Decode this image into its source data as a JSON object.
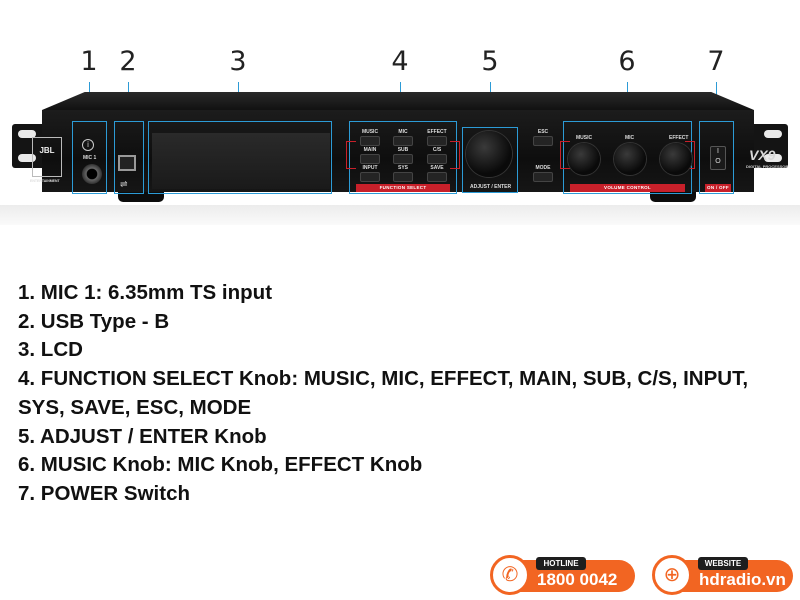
{
  "callouts": [
    "1",
    "2",
    "3",
    "4",
    "5",
    "6",
    "7"
  ],
  "device": {
    "brand": "JBL",
    "brand_sub": "ENTERTAINMENT",
    "mic_label": "MIC 1",
    "model": "VX9",
    "model_sub": "DIGITAL PROCESSOR",
    "function_buttons": [
      "MUSIC",
      "MIC",
      "EFFECT",
      "MAIN",
      "SUB",
      "C/S",
      "INPUT",
      "SYS",
      "SAVE"
    ],
    "function_band": "FUNCTION SELECT",
    "esc": "ESC",
    "mode": "MODE",
    "adjust_label": "ADJUST / ENTER",
    "volume_knobs": [
      "MUSIC",
      "MIC",
      "EFFECT"
    ],
    "volume_band": "VOLUME CONTROL",
    "power_band": "ON / OFF",
    "power_on": "I",
    "power_off": "O"
  },
  "legend": [
    "1. MIC 1: 6.35mm TS input",
    "2. USB Type - B",
    "3. LCD",
    "4. FUNCTION SELECT Knob: MUSIC, MIC, EFFECT, MAIN, SUB, C/S, INPUT, SYS, SAVE, ESC, MODE",
    "5. ADJUST / ENTER Knob",
    "6. MUSIC Knob: MIC Knob, EFFECT Knob",
    "7. POWER Switch"
  ],
  "contacts": {
    "hotline_tag": "HOTLINE",
    "hotline_value": "1800 0042",
    "website_tag": "WEBSITE",
    "website_value": "hdradio.vn",
    "phone_icon": "phone-icon",
    "globe_icon": "globe-icon",
    "accent_color": "#f26522",
    "highlight_color": "#2c9bd6"
  }
}
